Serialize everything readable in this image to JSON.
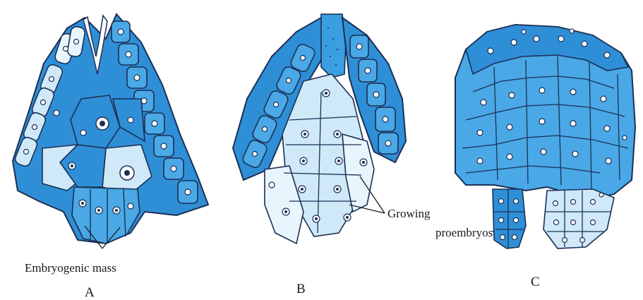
{
  "labels": {
    "embryogenic_mass": "Embryogenic mass",
    "growing": "Growing",
    "proembryos": "proembryos",
    "panel_a": "A",
    "panel_b": "B",
    "panel_c": "C"
  },
  "colors": {
    "tissue_dark": "#2f8fd6",
    "tissue_mid": "#4aa8e6",
    "tissue_light": "#cfe9f8",
    "outline": "#1b2f55",
    "background": "#ffffff"
  }
}
